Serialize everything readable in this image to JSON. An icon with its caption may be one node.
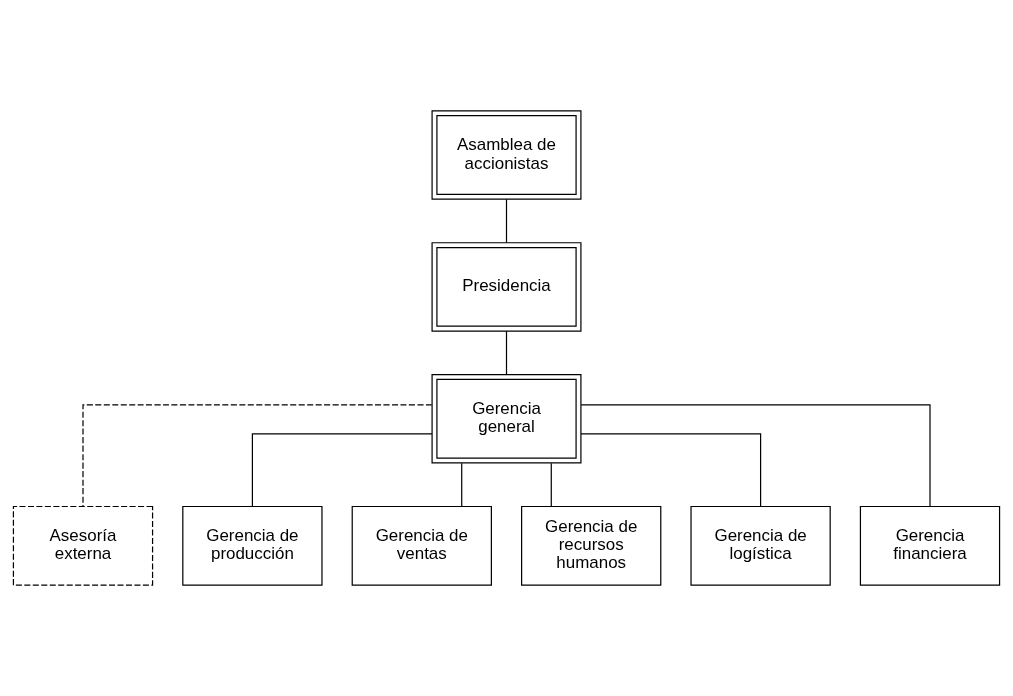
{
  "diagram": {
    "nodes": [
      {
        "text": [
          "Asamblea de accionistas"
        ]
      },
      {
        "text": [
          "Presidencia"
        ]
      },
      {
        "text": [
          "Gerencia general"
        ]
      },
      {
        "text": [
          "Asesoría externa"
        ]
      },
      {
        "text": [
          "Gerencia de producción"
        ]
      },
      {
        "text": [
          "Gerencia de ventas"
        ]
      },
      {
        "text": [
          "Gerencia de recursos humanos"
        ]
      },
      {
        "text": [
          "Gerencia de logística"
        ]
      },
      {
        "text": [
          "Gerencia financiera"
        ]
      }
    ],
    "edges": [
      {
        "from": 0,
        "to": 1,
        "arrow": "none"
      },
      {
        "from": 1,
        "to": 2,
        "arrow": "none"
      },
      {
        "from": 2,
        "to": 3,
        "arrow": "none",
        "style": "dashed"
      },
      {
        "from": 2,
        "to": 4,
        "arrow": "none"
      },
      {
        "from": 2,
        "to": 5,
        "arrow": "none"
      },
      {
        "from": 2,
        "to": 6,
        "arrow": "none"
      },
      {
        "from": 2,
        "to": 7,
        "arrow": "none"
      },
      {
        "from": 2,
        "to": 8,
        "arrow": "none"
      }
    ]
  }
}
